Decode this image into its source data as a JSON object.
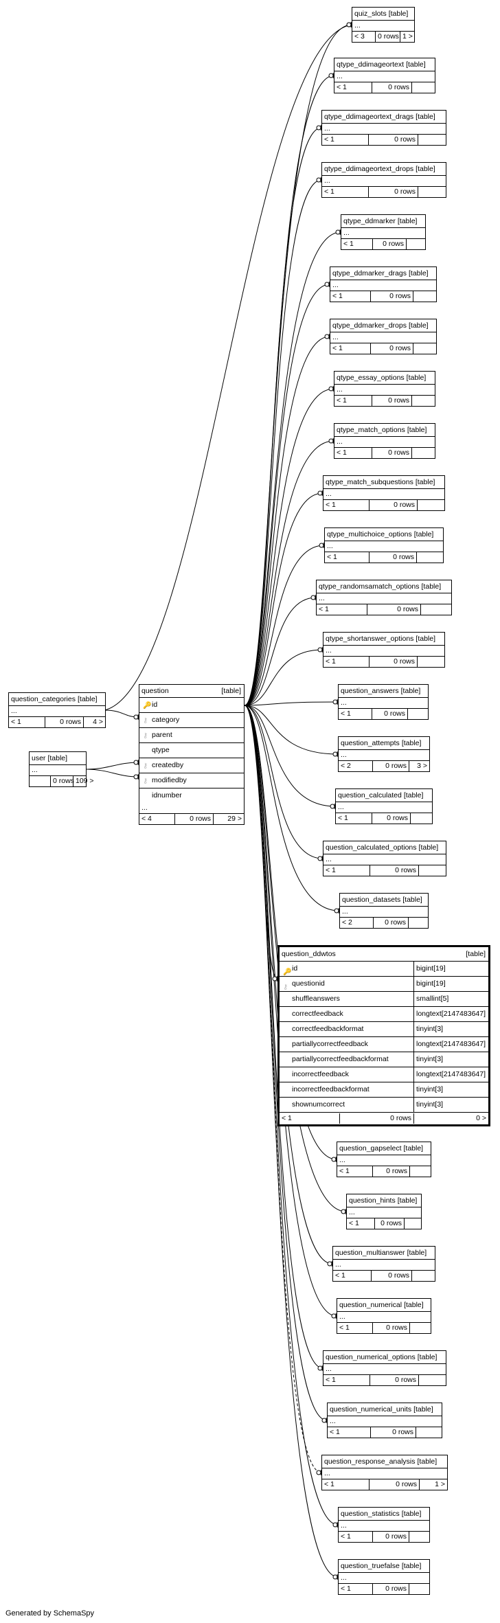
{
  "footer": "Generated by SchemaSpy",
  "tables": [
    {
      "name": "quiz_slots",
      "tag": "[table]",
      "ellipsis": "...",
      "prev": "< 3",
      "rows": "0 rows",
      "next": "1 >"
    },
    {
      "name": "qtype_ddimageortext",
      "tag": "[table]",
      "ellipsis": "...",
      "prev": "< 1",
      "rows": "0 rows",
      "next": ""
    },
    {
      "name": "qtype_ddimageortext_drags",
      "tag": "[table]",
      "ellipsis": "...",
      "prev": "< 1",
      "rows": "0 rows",
      "next": ""
    },
    {
      "name": "qtype_ddimageortext_drops",
      "tag": "[table]",
      "ellipsis": "...",
      "prev": "< 1",
      "rows": "0 rows",
      "next": ""
    },
    {
      "name": "qtype_ddmarker",
      "tag": "[table]",
      "ellipsis": "...",
      "prev": "< 1",
      "rows": "0 rows",
      "next": ""
    },
    {
      "name": "qtype_ddmarker_drags",
      "tag": "[table]",
      "ellipsis": "...",
      "prev": "< 1",
      "rows": "0 rows",
      "next": ""
    },
    {
      "name": "qtype_ddmarker_drops",
      "tag": "[table]",
      "ellipsis": "...",
      "prev": "< 1",
      "rows": "0 rows",
      "next": ""
    },
    {
      "name": "qtype_essay_options",
      "tag": "[table]",
      "ellipsis": "...",
      "prev": "< 1",
      "rows": "0 rows",
      "next": ""
    },
    {
      "name": "qtype_match_options",
      "tag": "[table]",
      "ellipsis": "...",
      "prev": "< 1",
      "rows": "0 rows",
      "next": ""
    },
    {
      "name": "qtype_match_subquestions",
      "tag": "[table]",
      "ellipsis": "...",
      "prev": "< 1",
      "rows": "0 rows",
      "next": ""
    },
    {
      "name": "qtype_multichoice_options",
      "tag": "[table]",
      "ellipsis": "...",
      "prev": "< 1",
      "rows": "0 rows",
      "next": ""
    },
    {
      "name": "qtype_randomsamatch_options",
      "tag": "[table]",
      "ellipsis": "...",
      "prev": "< 1",
      "rows": "0 rows",
      "next": ""
    },
    {
      "name": "qtype_shortanswer_options",
      "tag": "[table]",
      "ellipsis": "...",
      "prev": "< 1",
      "rows": "0 rows",
      "next": ""
    },
    {
      "name": "question_answers",
      "tag": "[table]",
      "ellipsis": "...",
      "prev": "< 1",
      "rows": "0 rows",
      "next": ""
    },
    {
      "name": "question_attempts",
      "tag": "[table]",
      "ellipsis": "...",
      "prev": "< 2",
      "rows": "0 rows",
      "next": "3 >"
    },
    {
      "name": "question_calculated",
      "tag": "[table]",
      "ellipsis": "...",
      "prev": "< 1",
      "rows": "0 rows",
      "next": ""
    },
    {
      "name": "question_calculated_options",
      "tag": "[table]",
      "ellipsis": "...",
      "prev": "< 1",
      "rows": "0 rows",
      "next": ""
    },
    {
      "name": "question_datasets",
      "tag": "[table]",
      "ellipsis": "...",
      "prev": "< 2",
      "rows": "0 rows",
      "next": ""
    },
    {
      "name": "question_gapselect",
      "tag": "[table]",
      "ellipsis": "...",
      "prev": "< 1",
      "rows": "0 rows",
      "next": ""
    },
    {
      "name": "question_hints",
      "tag": "[table]",
      "ellipsis": "...",
      "prev": "< 1",
      "rows": "0 rows",
      "next": ""
    },
    {
      "name": "question_multianswer",
      "tag": "[table]",
      "ellipsis": "...",
      "prev": "< 1",
      "rows": "0 rows",
      "next": ""
    },
    {
      "name": "question_numerical",
      "tag": "[table]",
      "ellipsis": "...",
      "prev": "< 1",
      "rows": "0 rows",
      "next": ""
    },
    {
      "name": "question_numerical_options",
      "tag": "[table]",
      "ellipsis": "...",
      "prev": "< 1",
      "rows": "0 rows",
      "next": ""
    },
    {
      "name": "question_numerical_units",
      "tag": "[table]",
      "ellipsis": "...",
      "prev": "< 1",
      "rows": "0 rows",
      "next": ""
    },
    {
      "name": "question_response_analysis",
      "tag": "[table]",
      "ellipsis": "...",
      "prev": "< 1",
      "rows": "0 rows",
      "next": "1 >"
    },
    {
      "name": "question_statistics",
      "tag": "[table]",
      "ellipsis": "...",
      "prev": "< 1",
      "rows": "0 rows",
      "next": ""
    },
    {
      "name": "question_truefalse",
      "tag": "[table]",
      "ellipsis": "...",
      "prev": "< 1",
      "rows": "0 rows",
      "next": ""
    }
  ],
  "question_categories": {
    "name": "question_categories",
    "tag": "[table]",
    "ellipsis": "...",
    "prev": "< 1",
    "rows": "0 rows",
    "next": "4 >"
  },
  "user": {
    "name": "user",
    "tag": "[table]",
    "ellipsis": "...",
    "prev": "",
    "rows": "0 rows",
    "next": "109 >"
  },
  "question": {
    "name": "question",
    "tag": "[table]",
    "columns": [
      {
        "name": "id",
        "key": "pk"
      },
      {
        "name": "category",
        "key": "fk"
      },
      {
        "name": "parent",
        "key": "fk"
      },
      {
        "name": "qtype",
        "key": ""
      },
      {
        "name": "createdby",
        "key": "fk"
      },
      {
        "name": "modifiedby",
        "key": "fk"
      },
      {
        "name": "idnumber",
        "key": ""
      }
    ],
    "ellipsis": "...",
    "prev": "< 4",
    "rows": "0 rows",
    "next": "29 >"
  },
  "ddwtos": {
    "name": "question_ddwtos",
    "tag": "[table]",
    "columns": [
      {
        "name": "id",
        "type": "bigint[19]",
        "key": "pk"
      },
      {
        "name": "questionid",
        "type": "bigint[19]",
        "key": "fk"
      },
      {
        "name": "shuffleanswers",
        "type": "smallint[5]",
        "key": ""
      },
      {
        "name": "correctfeedback",
        "type": "longtext[2147483647]",
        "key": ""
      },
      {
        "name": "correctfeedbackformat",
        "type": "tinyint[3]",
        "key": ""
      },
      {
        "name": "partiallycorrectfeedback",
        "type": "longtext[2147483647]",
        "key": ""
      },
      {
        "name": "partiallycorrectfeedbackformat",
        "type": "tinyint[3]",
        "key": ""
      },
      {
        "name": "incorrectfeedback",
        "type": "longtext[2147483647]",
        "key": ""
      },
      {
        "name": "incorrectfeedbackformat",
        "type": "tinyint[3]",
        "key": ""
      },
      {
        "name": "shownumcorrect",
        "type": "tinyint[3]",
        "key": ""
      }
    ],
    "prev": "< 1",
    "rows": "0 rows",
    "next": "0 >"
  }
}
